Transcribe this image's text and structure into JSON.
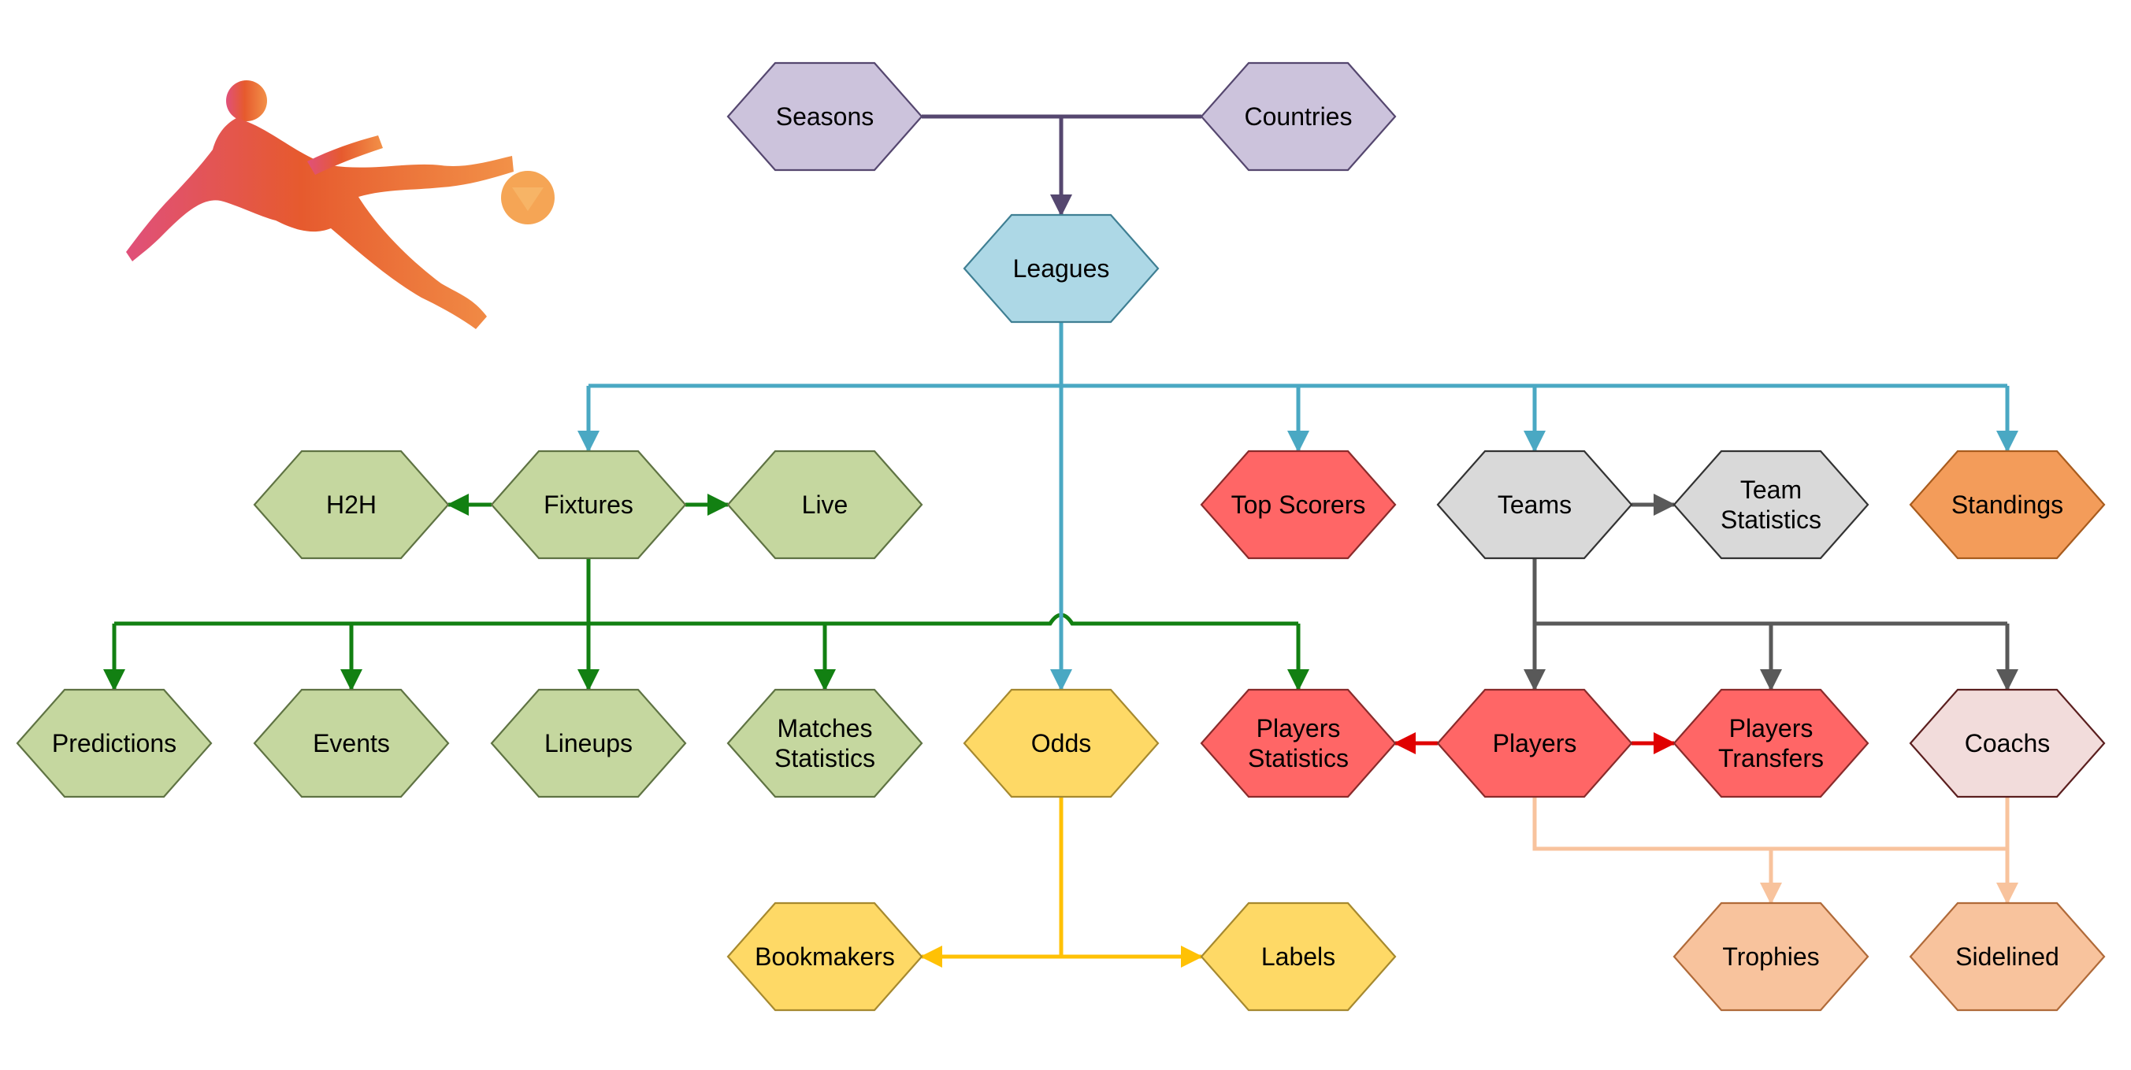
{
  "colors": {
    "purple_fill": "#ccc3dc",
    "purple_stroke": "#55476f",
    "blue_fill": "#add8e6",
    "blue_stroke": "#3f7f93",
    "blue_line": "#4aa8c3",
    "green_fill": "#c5d79f",
    "green_stroke": "#5f7343",
    "green_line": "#128012",
    "red_fill": "#ff6666",
    "red_stroke": "#8a2b2b",
    "red_line": "#e00000",
    "gray_fill": "#d9d9d9",
    "gray_stroke": "#333333",
    "gray_line": "#595959",
    "orange_fill": "#f39c5a",
    "orange_stroke": "#a85c1e",
    "yellow_fill": "#fed966",
    "yellow_stroke": "#a6892f",
    "yellow_line": "#ffc105",
    "pink_fill": "#f2dcdb",
    "pink_stroke": "#5b1f1f",
    "peach_fill": "#f8c39d",
    "peach_stroke": "#b06a39",
    "peach_line": "#f8c39d"
  },
  "illustration": {
    "name": "soccer-player-kicking-ball-icon"
  },
  "nodes": [
    {
      "id": "seasons",
      "lines": [
        "Seasons"
      ],
      "group": "purple"
    },
    {
      "id": "countries",
      "lines": [
        "Countries"
      ],
      "group": "purple"
    },
    {
      "id": "leagues",
      "lines": [
        "Leagues"
      ],
      "group": "blue"
    },
    {
      "id": "h2h",
      "lines": [
        "H2H"
      ],
      "group": "green"
    },
    {
      "id": "fixtures",
      "lines": [
        "Fixtures"
      ],
      "group": "green"
    },
    {
      "id": "live",
      "lines": [
        "Live"
      ],
      "group": "green"
    },
    {
      "id": "top-scorers",
      "lines": [
        "Top Scorers"
      ],
      "group": "red"
    },
    {
      "id": "teams",
      "lines": [
        "Teams"
      ],
      "group": "gray"
    },
    {
      "id": "team-statistics",
      "lines": [
        "Team",
        "Statistics"
      ],
      "group": "gray"
    },
    {
      "id": "standings",
      "lines": [
        "Standings"
      ],
      "group": "orange"
    },
    {
      "id": "predictions",
      "lines": [
        "Predictions"
      ],
      "group": "green"
    },
    {
      "id": "events",
      "lines": [
        "Events"
      ],
      "group": "green"
    },
    {
      "id": "lineups",
      "lines": [
        "Lineups"
      ],
      "group": "green"
    },
    {
      "id": "matches-statistics",
      "lines": [
        "Matches",
        "Statistics"
      ],
      "group": "green"
    },
    {
      "id": "odds",
      "lines": [
        "Odds"
      ],
      "group": "yellow"
    },
    {
      "id": "players-statistics",
      "lines": [
        "Players",
        "Statistics"
      ],
      "group": "red"
    },
    {
      "id": "players",
      "lines": [
        "Players"
      ],
      "group": "red"
    },
    {
      "id": "players-transfers",
      "lines": [
        "Players",
        "Transfers"
      ],
      "group": "red"
    },
    {
      "id": "coachs",
      "lines": [
        "Coachs"
      ],
      "group": "pink"
    },
    {
      "id": "bookmakers",
      "lines": [
        "Bookmakers"
      ],
      "group": "yellow"
    },
    {
      "id": "labels",
      "lines": [
        "Labels"
      ],
      "group": "yellow"
    },
    {
      "id": "trophies",
      "lines": [
        "Trophies"
      ],
      "group": "peach"
    },
    {
      "id": "sidelined",
      "lines": [
        "Sidelined"
      ],
      "group": "peach"
    }
  ],
  "edges": [
    {
      "from": [
        "seasons",
        "countries"
      ],
      "to": [
        "leagues"
      ],
      "color": "purple"
    },
    {
      "from": [
        "leagues"
      ],
      "to": [
        "fixtures",
        "top-scorers",
        "teams",
        "standings",
        "odds"
      ],
      "color": "blue"
    },
    {
      "from": [
        "fixtures"
      ],
      "to": [
        "h2h",
        "live"
      ],
      "color": "green"
    },
    {
      "from": [
        "fixtures"
      ],
      "to": [
        "predictions",
        "events",
        "lineups",
        "matches-statistics",
        "players-statistics"
      ],
      "color": "green"
    },
    {
      "from": [
        "teams"
      ],
      "to": [
        "team-statistics",
        "players",
        "players-transfers",
        "coachs"
      ],
      "color": "gray"
    },
    {
      "from": [
        "players"
      ],
      "to": [
        "players-statistics",
        "players-transfers"
      ],
      "color": "red"
    },
    {
      "from": [
        "odds"
      ],
      "to": [
        "bookmakers",
        "labels"
      ],
      "color": "yellow"
    },
    {
      "from": [
        "players",
        "coachs"
      ],
      "to": [
        "trophies",
        "sidelined"
      ],
      "color": "peach"
    }
  ]
}
